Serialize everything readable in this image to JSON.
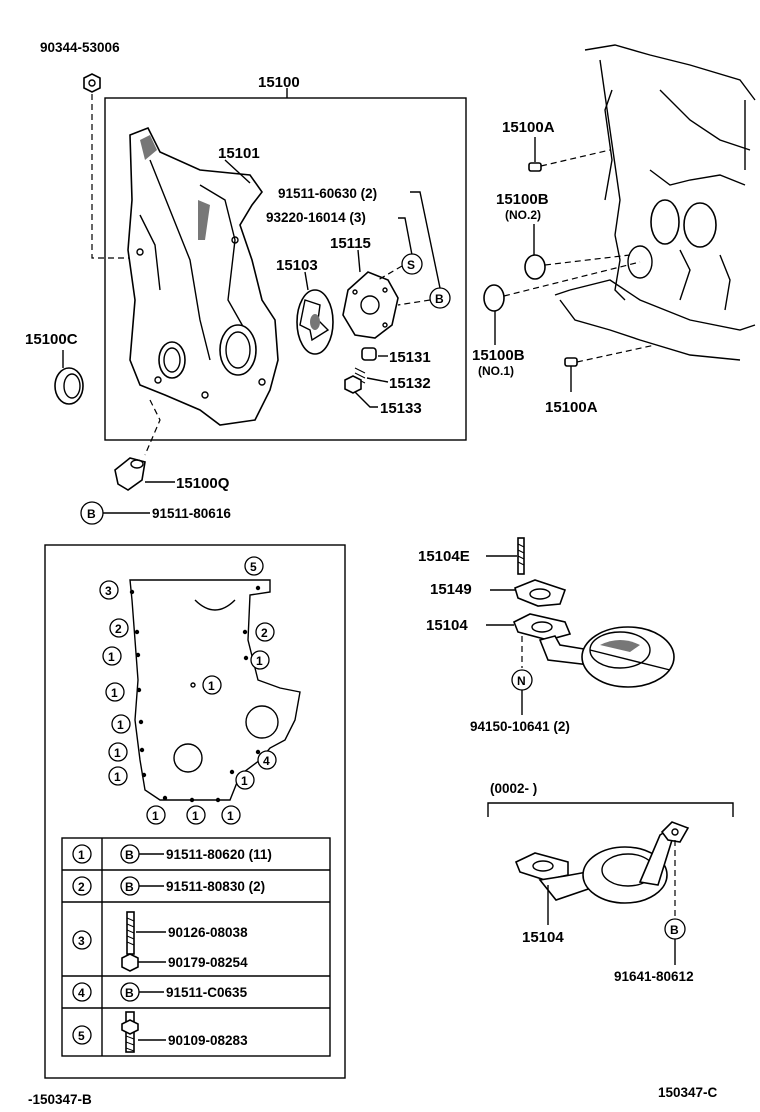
{
  "top": {
    "bolt_top": "90344-53006",
    "assembly": "15100",
    "cover": "15101",
    "rotor": "15103",
    "pump_plate": "15115",
    "bolt_a": "91511-60630 (2)",
    "bolt_b": "93220-16014 (3)",
    "valve_1": "15131",
    "valve_2": "15132",
    "valve_3": "15133",
    "seal": "15100C",
    "sensor": "15100Q",
    "sensor_bolt": "91511-80616",
    "pin_top": "15100A",
    "oring_2": "15100B",
    "oring_2_note": "(NO.2)",
    "oring_1": "15100B",
    "oring_1_note": "(NO.1)",
    "pin_bottom": "15100A",
    "callout_b": "B",
    "callout_s": "S"
  },
  "strainer": {
    "stud": "15104E",
    "gasket": "15149",
    "strainer": "15104",
    "nut": "94150-10641 (2)",
    "callout_n": "N"
  },
  "variant": {
    "date_range": "(0002-        )",
    "strainer": "15104",
    "bolt": "91641-80612",
    "callout_b": "B"
  },
  "bolt_map": {
    "markers": {
      "left_1": "3",
      "left_2": "2",
      "left_3": "1",
      "left_4": "1",
      "left_5": "1",
      "left_6": "1",
      "left_7": "1",
      "top_right": "5",
      "right_1": "2",
      "right_2": "1",
      "center": "1",
      "right_3": "4",
      "right_4": "1",
      "bottom_1": "1",
      "bottom_2": "1",
      "bottom_3": "1"
    },
    "table": [
      {
        "key": "1",
        "mark": "B",
        "part": "91511-80620 (11)"
      },
      {
        "key": "2",
        "mark": "B",
        "part": "91511-80830 (2)"
      },
      {
        "key": "3",
        "part": "90126-08038",
        "part2": "90179-08254"
      },
      {
        "key": "4",
        "mark": "B",
        "part": "91511-C0635"
      },
      {
        "key": "5",
        "part": "90109-08283"
      }
    ]
  },
  "footer": {
    "left_code": "-150347-B",
    "right_code": "150347-C"
  }
}
